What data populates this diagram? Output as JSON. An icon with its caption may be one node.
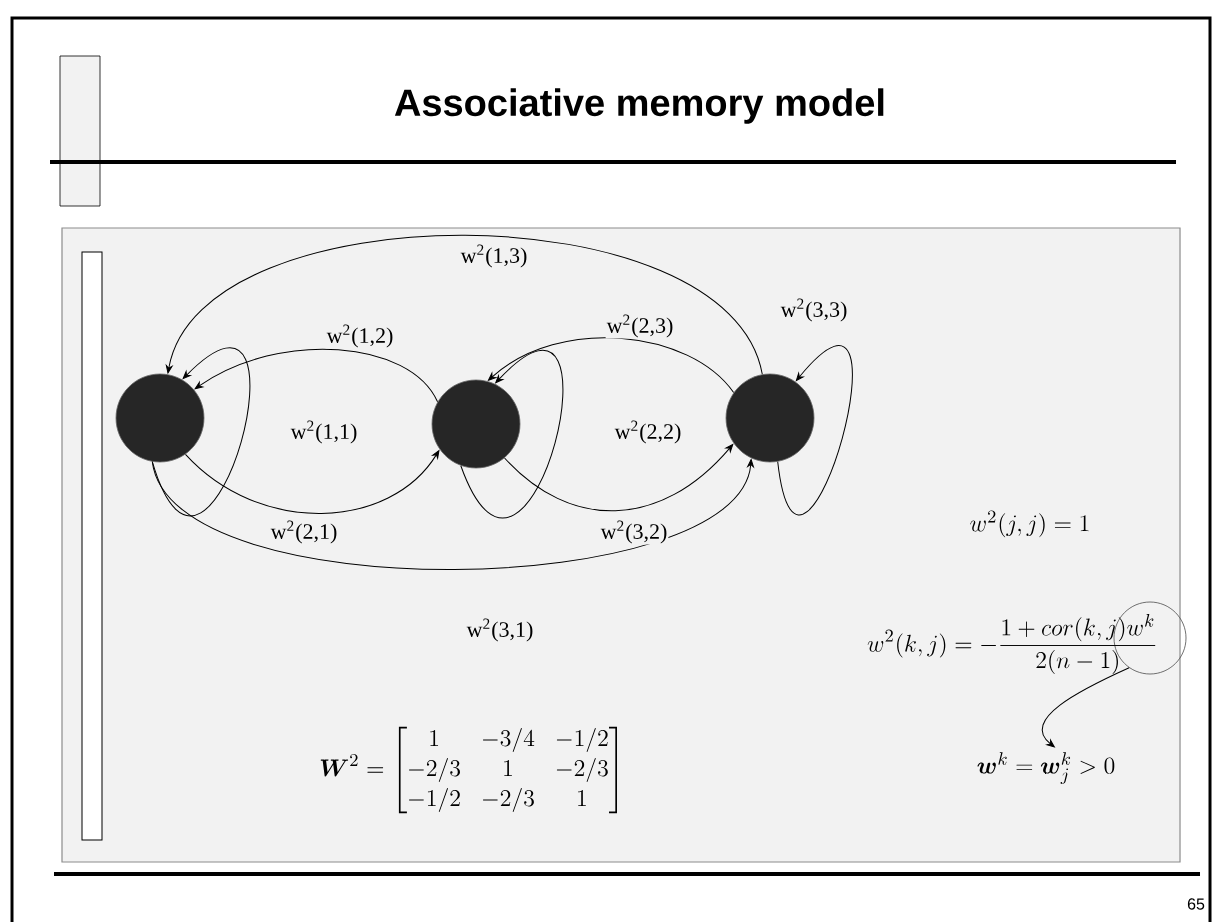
{
  "diagram": {
    "title": "Associative memory model",
    "nodes": [
      {
        "text": [],
        "shape": "circle"
      },
      {
        "text": [],
        "shape": "circle"
      },
      {
        "text": [],
        "shape": "circle"
      },
      {
        "text": [],
        "shape": "circle"
      },
      {
        "text": [
          "\\boldsymbol{w}^{k} = \\boldsymbol{w}_{j}^{k} > 0"
        ]
      }
    ],
    "edges": [
      {
        "from": 2,
        "to": 0,
        "arrow": "to",
        "label": "w$^{2}$(1,3)"
      },
      {
        "from": 1,
        "to": 0,
        "arrow": "to",
        "label": "w$^{2}$(1,2)"
      },
      {
        "from": 0,
        "to": 0,
        "arrow": "to",
        "label": "w$^{2}$(1,1)"
      },
      {
        "from": 0,
        "to": 1,
        "arrow": "to",
        "label": "w$^{2}$(2,1)"
      },
      {
        "from": 2,
        "to": 1,
        "arrow": "to",
        "label": "w$^{2}$(2,3)"
      },
      {
        "from": 1,
        "to": 1,
        "arrow": "to",
        "label": "w$^{2}$(2,2)"
      },
      {
        "from": 1,
        "to": 2,
        "arrow": "to",
        "label": "w$^{2}$(3,2)"
      },
      {
        "from": 0,
        "to": 2,
        "arrow": "to",
        "label": "w$^{2}$(3,1)"
      },
      {
        "from": 2,
        "to": 2,
        "arrow": "to",
        "label": "w$^{2}$(3,3)"
      },
      {
        "from": 3,
        "to": 4,
        "arrow": "to"
      }
    ],
    "labels": [
      "w^{2}(j,j) = 1",
      "w^{2}(k,j) = -\\frac{1+cor(k,j)w^{k}}{2(n-1)}",
      "\\boldsymbol{W}^{2} = \\begin{bmatrix} 1 & -3/4 & -1/2 \\\\ -2/3 & 1 & -2/3 \\\\ -1/2 & -2/3 & 1 \\end{bmatrix}",
      "65"
    ]
  }
}
